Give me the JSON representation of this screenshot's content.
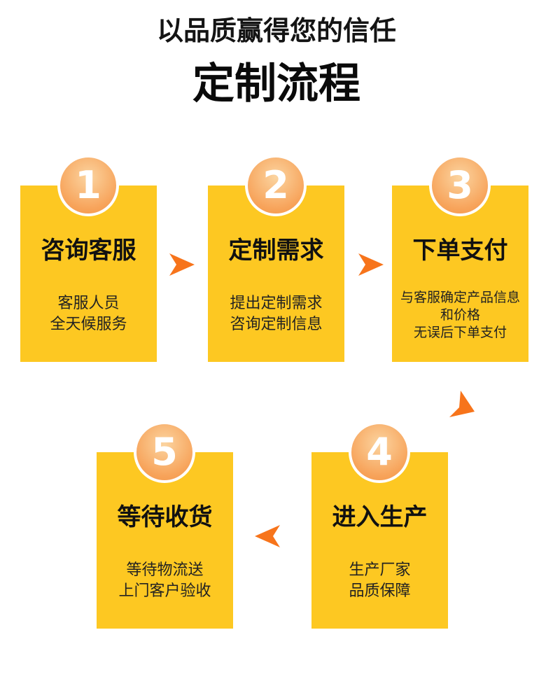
{
  "header": {
    "subtitle": "以品质赢得您的信任",
    "title": "定制流程"
  },
  "colors": {
    "card": "#fdc822",
    "badge": "#f7a35a",
    "arrow": "#f7741b"
  },
  "steps": [
    {
      "number": "1",
      "title": "咨询客服",
      "desc": [
        "客服人员",
        "全天候服务"
      ]
    },
    {
      "number": "2",
      "title": "定制需求",
      "desc": [
        "提出定制需求",
        "咨询定制信息"
      ]
    },
    {
      "number": "3",
      "title": "下单支付",
      "desc": [
        "与客服确定产品信息",
        "和价格",
        "无误后下单支付"
      ]
    },
    {
      "number": "4",
      "title": "进入生产",
      "desc": [
        "生产厂家",
        "品质保障"
      ]
    },
    {
      "number": "5",
      "title": "等待收货",
      "desc": [
        "等待物流送",
        "上门客户验收"
      ]
    }
  ]
}
